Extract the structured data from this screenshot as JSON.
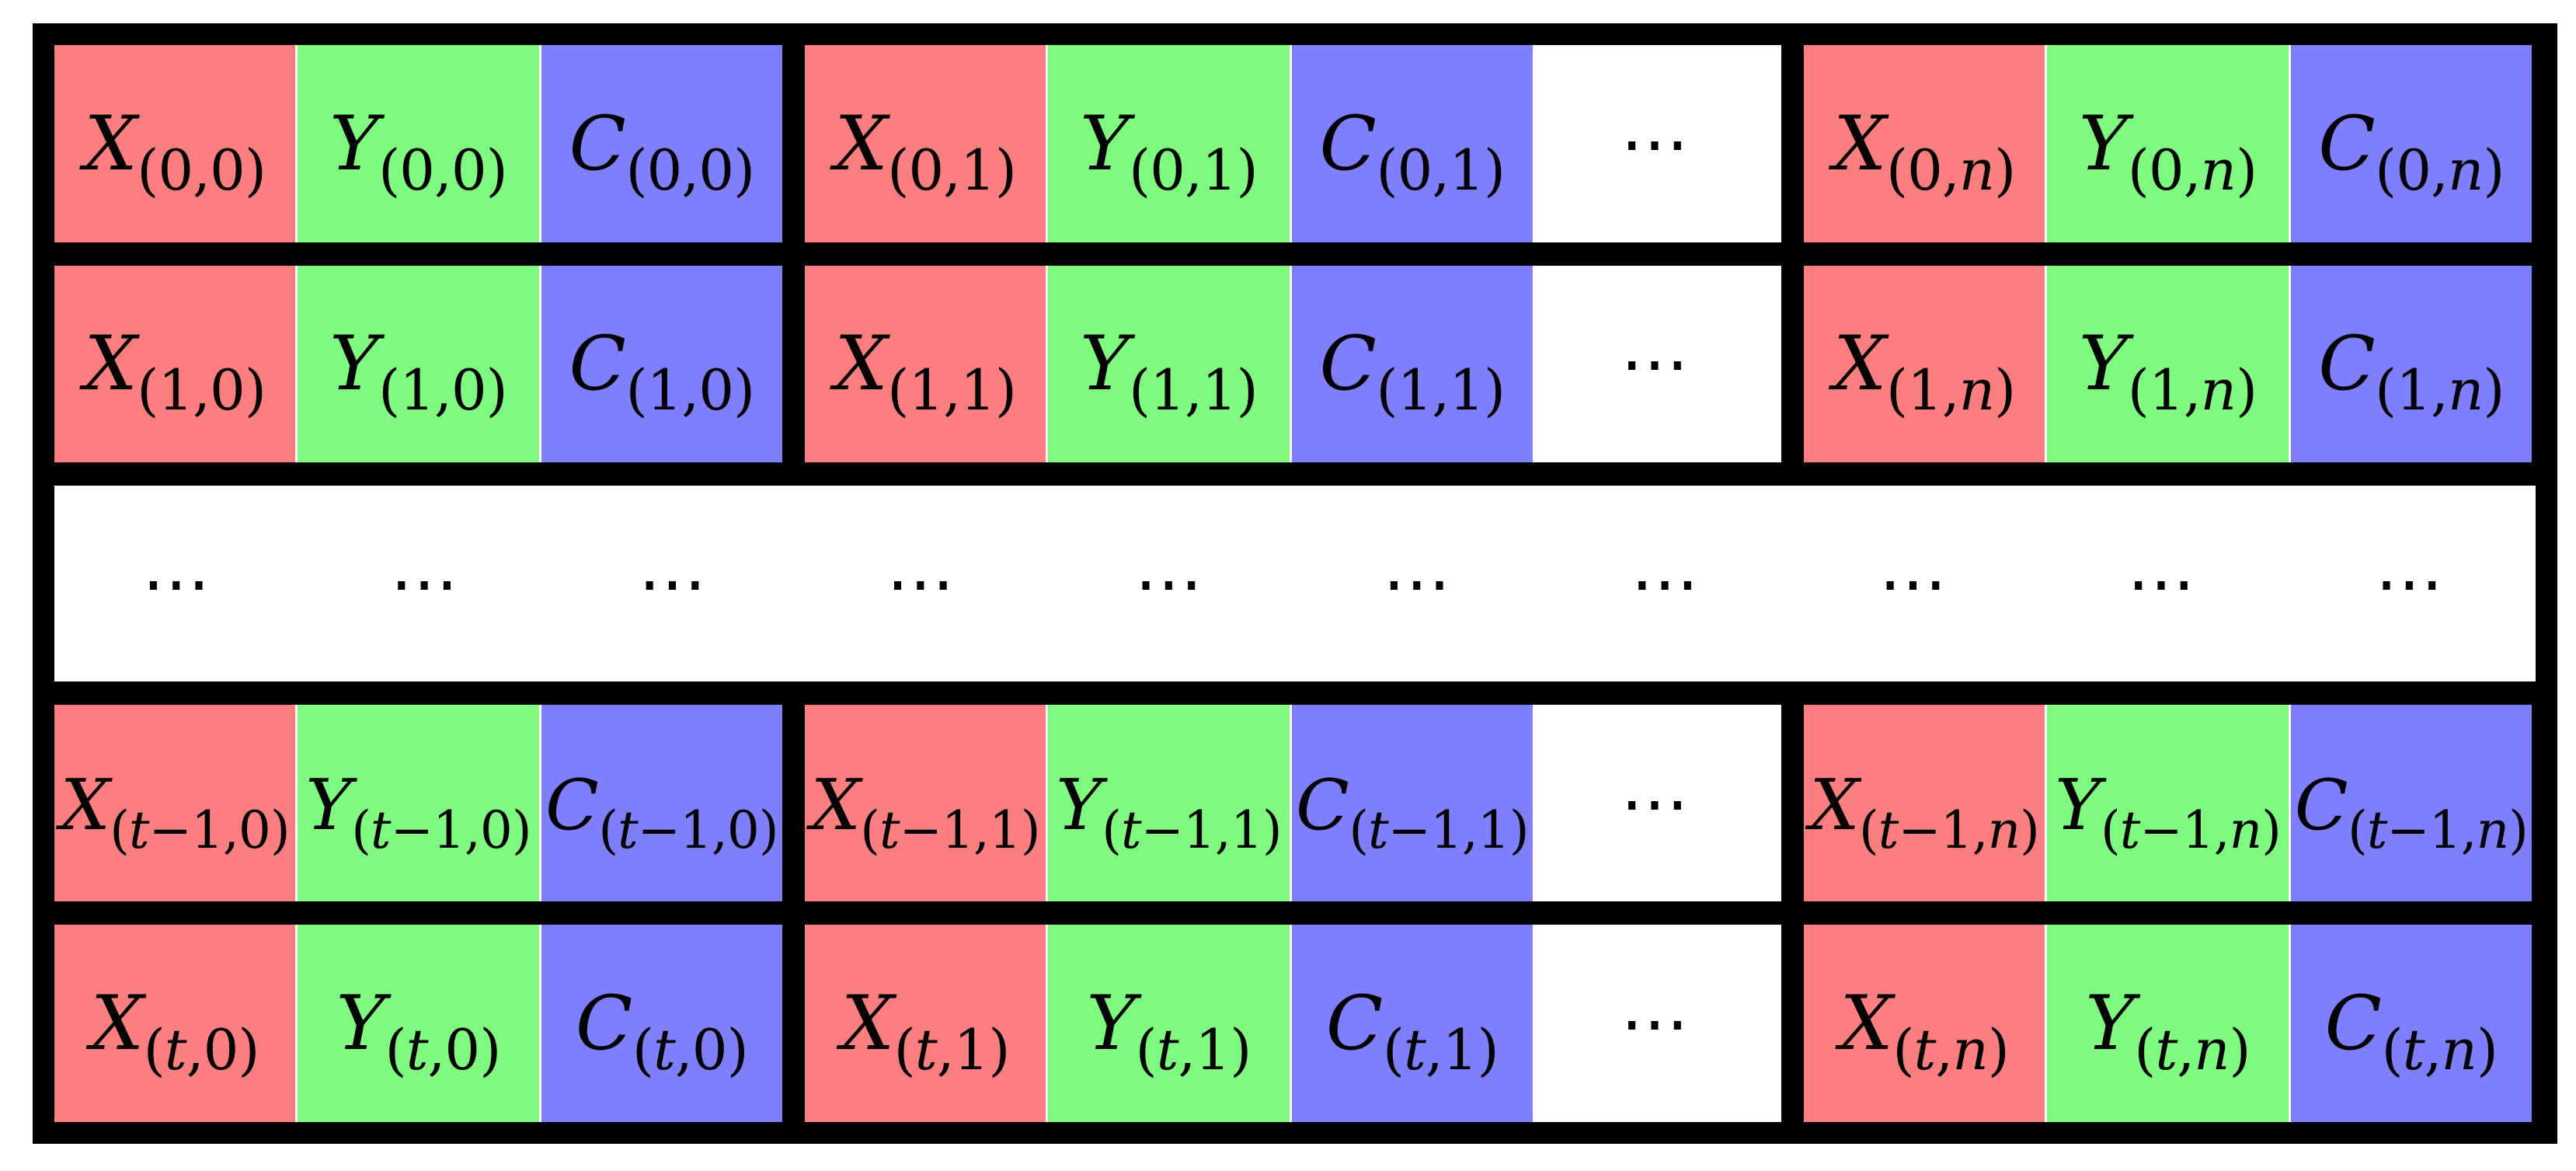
{
  "figure": {
    "title": "Tensor layout of per-node features X, Y, C over time steps",
    "kind": "grid-diagram",
    "colors": {
      "feature_x": "#fc7f7f",
      "feature_y": "#7ffc7f",
      "feature_c": "#7f7ffc",
      "frame": "#000000",
      "background": "#ffffff"
    },
    "ellipsis": "⋯",
    "feature_symbols": [
      "X",
      "Y",
      "C"
    ],
    "time_labels": [
      "0",
      "1",
      "⋯",
      "t−1",
      "t"
    ],
    "node_labels": [
      "0",
      "1",
      "⋯",
      "n"
    ]
  },
  "rows": [
    {
      "id": "row-0",
      "type": "data",
      "time": "0",
      "groups": [
        {
          "node": "0",
          "cells": [
            {
              "symbol": "X",
              "sub": "(0,0)",
              "sub_parts": [
                {
                  "t": "(0,0)",
                  "italic": false
                }
              ],
              "kind": "x"
            },
            {
              "symbol": "Y",
              "sub": "(0,0)",
              "sub_parts": [
                {
                  "t": "(0,0)",
                  "italic": false
                }
              ],
              "kind": "y"
            },
            {
              "symbol": "C",
              "sub": "(0,0)",
              "sub_parts": [
                {
                  "t": "(0,0)",
                  "italic": false
                }
              ],
              "kind": "c"
            }
          ]
        },
        {
          "node": "1",
          "cells": [
            {
              "symbol": "X",
              "sub": "(0,1)",
              "sub_parts": [
                {
                  "t": "(0,1)",
                  "italic": false
                }
              ],
              "kind": "x"
            },
            {
              "symbol": "Y",
              "sub": "(0,1)",
              "sub_parts": [
                {
                  "t": "(0,1)",
                  "italic": false
                }
              ],
              "kind": "y"
            },
            {
              "symbol": "C",
              "sub": "(0,1)",
              "sub_parts": [
                {
                  "t": "(0,1)",
                  "italic": false
                }
              ],
              "kind": "c"
            }
          ]
        },
        {
          "node": "n",
          "cells": [
            {
              "symbol": "X",
              "sub": "(0,n)",
              "sub_parts": [
                {
                  "t": "(0,",
                  "italic": false
                },
                {
                  "t": "n",
                  "italic": true
                },
                {
                  "t": ")",
                  "italic": false
                }
              ],
              "kind": "x"
            },
            {
              "symbol": "Y",
              "sub": "(0,n)",
              "sub_parts": [
                {
                  "t": "(0,",
                  "italic": false
                },
                {
                  "t": "n",
                  "italic": true
                },
                {
                  "t": ")",
                  "italic": false
                }
              ],
              "kind": "y"
            },
            {
              "symbol": "C",
              "sub": "(0,n)",
              "sub_parts": [
                {
                  "t": "(0,",
                  "italic": false
                },
                {
                  "t": "n",
                  "italic": true
                },
                {
                  "t": ")",
                  "italic": false
                }
              ],
              "kind": "c"
            }
          ]
        }
      ],
      "gap_label": "⋯"
    },
    {
      "id": "row-1",
      "type": "data",
      "time": "1",
      "groups": [
        {
          "node": "0",
          "cells": [
            {
              "symbol": "X",
              "sub": "(1,0)",
              "sub_parts": [
                {
                  "t": "(1,0)",
                  "italic": false
                }
              ],
              "kind": "x"
            },
            {
              "symbol": "Y",
              "sub": "(1,0)",
              "sub_parts": [
                {
                  "t": "(1,0)",
                  "italic": false
                }
              ],
              "kind": "y"
            },
            {
              "symbol": "C",
              "sub": "(1,0)",
              "sub_parts": [
                {
                  "t": "(1,0)",
                  "italic": false
                }
              ],
              "kind": "c"
            }
          ]
        },
        {
          "node": "1",
          "cells": [
            {
              "symbol": "X",
              "sub": "(1,1)",
              "sub_parts": [
                {
                  "t": "(1,1)",
                  "italic": false
                }
              ],
              "kind": "x"
            },
            {
              "symbol": "Y",
              "sub": "(1,1)",
              "sub_parts": [
                {
                  "t": "(1,1)",
                  "italic": false
                }
              ],
              "kind": "y"
            },
            {
              "symbol": "C",
              "sub": "(1,1)",
              "sub_parts": [
                {
                  "t": "(1,1)",
                  "italic": false
                }
              ],
              "kind": "c"
            }
          ]
        },
        {
          "node": "n",
          "cells": [
            {
              "symbol": "X",
              "sub": "(1,n)",
              "sub_parts": [
                {
                  "t": "(1,",
                  "italic": false
                },
                {
                  "t": "n",
                  "italic": true
                },
                {
                  "t": ")",
                  "italic": false
                }
              ],
              "kind": "x"
            },
            {
              "symbol": "Y",
              "sub": "(1,n)",
              "sub_parts": [
                {
                  "t": "(1,",
                  "italic": false
                },
                {
                  "t": "n",
                  "italic": true
                },
                {
                  "t": ")",
                  "italic": false
                }
              ],
              "kind": "y"
            },
            {
              "symbol": "C",
              "sub": "(1,n)",
              "sub_parts": [
                {
                  "t": "(1,",
                  "italic": false
                },
                {
                  "t": "n",
                  "italic": true
                },
                {
                  "t": ")",
                  "italic": false
                }
              ],
              "kind": "c"
            }
          ]
        }
      ],
      "gap_label": "⋯"
    },
    {
      "id": "row-ellipsis",
      "type": "ellipsis",
      "time": "⋯",
      "slots": [
        "⋯",
        "⋯",
        "⋯",
        "⋯",
        "⋯",
        "⋯",
        "⋯",
        "⋯",
        "⋯",
        "⋯"
      ]
    },
    {
      "id": "row-t-minus-1",
      "type": "data",
      "time": "t−1",
      "groups": [
        {
          "node": "0",
          "cells": [
            {
              "symbol": "X",
              "sub": "(t−1,0)",
              "sub_parts": [
                {
                  "t": "(",
                  "italic": false
                },
                {
                  "t": "t",
                  "italic": true
                },
                {
                  "t": "−1,0)",
                  "italic": false
                }
              ],
              "kind": "x",
              "long": true
            },
            {
              "symbol": "Y",
              "sub": "(t−1,0)",
              "sub_parts": [
                {
                  "t": "(",
                  "italic": false
                },
                {
                  "t": "t",
                  "italic": true
                },
                {
                  "t": "−1,0)",
                  "italic": false
                }
              ],
              "kind": "y",
              "long": true
            },
            {
              "symbol": "C",
              "sub": "(t−1,0)",
              "sub_parts": [
                {
                  "t": "(",
                  "italic": false
                },
                {
                  "t": "t",
                  "italic": true
                },
                {
                  "t": "−1,0)",
                  "italic": false
                }
              ],
              "kind": "c",
              "long": true
            }
          ]
        },
        {
          "node": "1",
          "cells": [
            {
              "symbol": "X",
              "sub": "(t−1,1)",
              "sub_parts": [
                {
                  "t": "(",
                  "italic": false
                },
                {
                  "t": "t",
                  "italic": true
                },
                {
                  "t": "−1,1)",
                  "italic": false
                }
              ],
              "kind": "x",
              "long": true
            },
            {
              "symbol": "Y",
              "sub": "(t−1,1)",
              "sub_parts": [
                {
                  "t": "(",
                  "italic": false
                },
                {
                  "t": "t",
                  "italic": true
                },
                {
                  "t": "−1,1)",
                  "italic": false
                }
              ],
              "kind": "y",
              "long": true
            },
            {
              "symbol": "C",
              "sub": "(t−1,1)",
              "sub_parts": [
                {
                  "t": "(",
                  "italic": false
                },
                {
                  "t": "t",
                  "italic": true
                },
                {
                  "t": "−1,1)",
                  "italic": false
                }
              ],
              "kind": "c",
              "long": true
            }
          ]
        },
        {
          "node": "n",
          "cells": [
            {
              "symbol": "X",
              "sub": "(t−1,n)",
              "sub_parts": [
                {
                  "t": "(",
                  "italic": false
                },
                {
                  "t": "t",
                  "italic": true
                },
                {
                  "t": "−1,",
                  "italic": false
                },
                {
                  "t": "n",
                  "italic": true
                },
                {
                  "t": ")",
                  "italic": false
                }
              ],
              "kind": "x",
              "long": true
            },
            {
              "symbol": "Y",
              "sub": "(t−1,n)",
              "sub_parts": [
                {
                  "t": "(",
                  "italic": false
                },
                {
                  "t": "t",
                  "italic": true
                },
                {
                  "t": "−1,",
                  "italic": false
                },
                {
                  "t": "n",
                  "italic": true
                },
                {
                  "t": ")",
                  "italic": false
                }
              ],
              "kind": "y",
              "long": true
            },
            {
              "symbol": "C",
              "sub": "(t−1,n)",
              "sub_parts": [
                {
                  "t": "(",
                  "italic": false
                },
                {
                  "t": "t",
                  "italic": true
                },
                {
                  "t": "−1,",
                  "italic": false
                },
                {
                  "t": "n",
                  "italic": true
                },
                {
                  "t": ")",
                  "italic": false
                }
              ],
              "kind": "c",
              "long": true
            }
          ]
        }
      ],
      "gap_label": "⋯"
    },
    {
      "id": "row-t",
      "type": "data",
      "time": "t",
      "groups": [
        {
          "node": "0",
          "cells": [
            {
              "symbol": "X",
              "sub": "(t,0)",
              "sub_parts": [
                {
                  "t": "(",
                  "italic": false
                },
                {
                  "t": "t",
                  "italic": true
                },
                {
                  "t": ",0)",
                  "italic": false
                }
              ],
              "kind": "x"
            },
            {
              "symbol": "Y",
              "sub": "(t,0)",
              "sub_parts": [
                {
                  "t": "(",
                  "italic": false
                },
                {
                  "t": "t",
                  "italic": true
                },
                {
                  "t": ",0)",
                  "italic": false
                }
              ],
              "kind": "y"
            },
            {
              "symbol": "C",
              "sub": "(t,0)",
              "sub_parts": [
                {
                  "t": "(",
                  "italic": false
                },
                {
                  "t": "t",
                  "italic": true
                },
                {
                  "t": ",0)",
                  "italic": false
                }
              ],
              "kind": "c"
            }
          ]
        },
        {
          "node": "1",
          "cells": [
            {
              "symbol": "X",
              "sub": "(t,1)",
              "sub_parts": [
                {
                  "t": "(",
                  "italic": false
                },
                {
                  "t": "t",
                  "italic": true
                },
                {
                  "t": ",1)",
                  "italic": false
                }
              ],
              "kind": "x"
            },
            {
              "symbol": "Y",
              "sub": "(t,1)",
              "sub_parts": [
                {
                  "t": "(",
                  "italic": false
                },
                {
                  "t": "t",
                  "italic": true
                },
                {
                  "t": ",1)",
                  "italic": false
                }
              ],
              "kind": "y"
            },
            {
              "symbol": "C",
              "sub": "(t,1)",
              "sub_parts": [
                {
                  "t": "(",
                  "italic": false
                },
                {
                  "t": "t",
                  "italic": true
                },
                {
                  "t": ",1)",
                  "italic": false
                }
              ],
              "kind": "c"
            }
          ]
        },
        {
          "node": "n",
          "cells": [
            {
              "symbol": "X",
              "sub": "(t,n)",
              "sub_parts": [
                {
                  "t": "(",
                  "italic": false
                },
                {
                  "t": "t",
                  "italic": true
                },
                {
                  "t": ",",
                  "italic": false
                },
                {
                  "t": "n",
                  "italic": true
                },
                {
                  "t": ")",
                  "italic": false
                }
              ],
              "kind": "x"
            },
            {
              "symbol": "Y",
              "sub": "(t,n)",
              "sub_parts": [
                {
                  "t": "(",
                  "italic": false
                },
                {
                  "t": "t",
                  "italic": true
                },
                {
                  "t": ",",
                  "italic": false
                },
                {
                  "t": "n",
                  "italic": true
                },
                {
                  "t": ")",
                  "italic": false
                }
              ],
              "kind": "y"
            },
            {
              "symbol": "C",
              "sub": "(t,n)",
              "sub_parts": [
                {
                  "t": "(",
                  "italic": false
                },
                {
                  "t": "t",
                  "italic": true
                },
                {
                  "t": ",",
                  "italic": false
                },
                {
                  "t": "n",
                  "italic": true
                },
                {
                  "t": ")",
                  "italic": false
                }
              ],
              "kind": "c"
            }
          ]
        }
      ],
      "gap_label": "⋯"
    }
  ]
}
